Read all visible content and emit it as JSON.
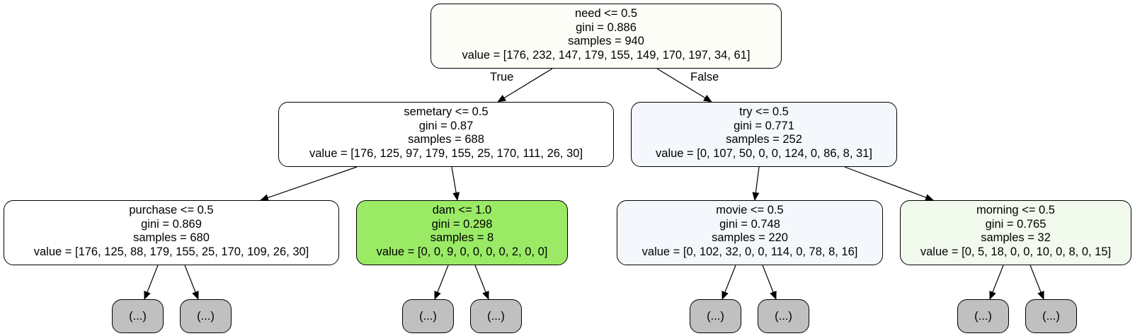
{
  "tree": {
    "nodes": [
      {
        "id": "root",
        "lines": [
          "need <= 0.5",
          "gini = 0.886",
          "samples = 940",
          "value = [176, 232, 147, 179, 155, 149, 170, 197, 34, 61]"
        ],
        "fill": "#fdfdf8"
      },
      {
        "id": "n1",
        "lines": [
          "semetary <= 0.5",
          "gini = 0.87",
          "samples = 688",
          "value = [176, 125, 97, 179, 155, 25, 170, 111, 26, 30]"
        ],
        "fill": "#ffffff"
      },
      {
        "id": "n2",
        "lines": [
          "try <= 0.5",
          "gini = 0.771",
          "samples = 252",
          "value = [0, 107, 50, 0, 0, 124, 0, 86, 8, 31]"
        ],
        "fill": "#f4f8fd"
      },
      {
        "id": "n3",
        "lines": [
          "purchase <= 0.5",
          "gini = 0.869",
          "samples = 680",
          "value = [176, 125, 88, 179, 155, 25, 170, 109, 26, 30]"
        ],
        "fill": "#ffffff"
      },
      {
        "id": "n4",
        "lines": [
          "dam <= 1.0",
          "gini = 0.298",
          "samples = 8",
          "value = [0, 0, 9, 0, 0, 0, 0, 2, 0, 0]"
        ],
        "fill": "#9aea66"
      },
      {
        "id": "n5",
        "lines": [
          "movie <= 0.5",
          "gini = 0.748",
          "samples = 220",
          "value = [0, 102, 32, 0, 0, 114, 0, 78, 8, 16]"
        ],
        "fill": "#f4f8fd"
      },
      {
        "id": "n6",
        "lines": [
          "morning <= 0.5",
          "gini = 0.765",
          "samples = 32",
          "value = [0, 5, 18, 0, 0, 10, 0, 8, 0, 15]"
        ],
        "fill": "#f2faee"
      }
    ],
    "truncated_label": "(...)",
    "edge_labels": {
      "true": "True",
      "false": "False"
    }
  }
}
